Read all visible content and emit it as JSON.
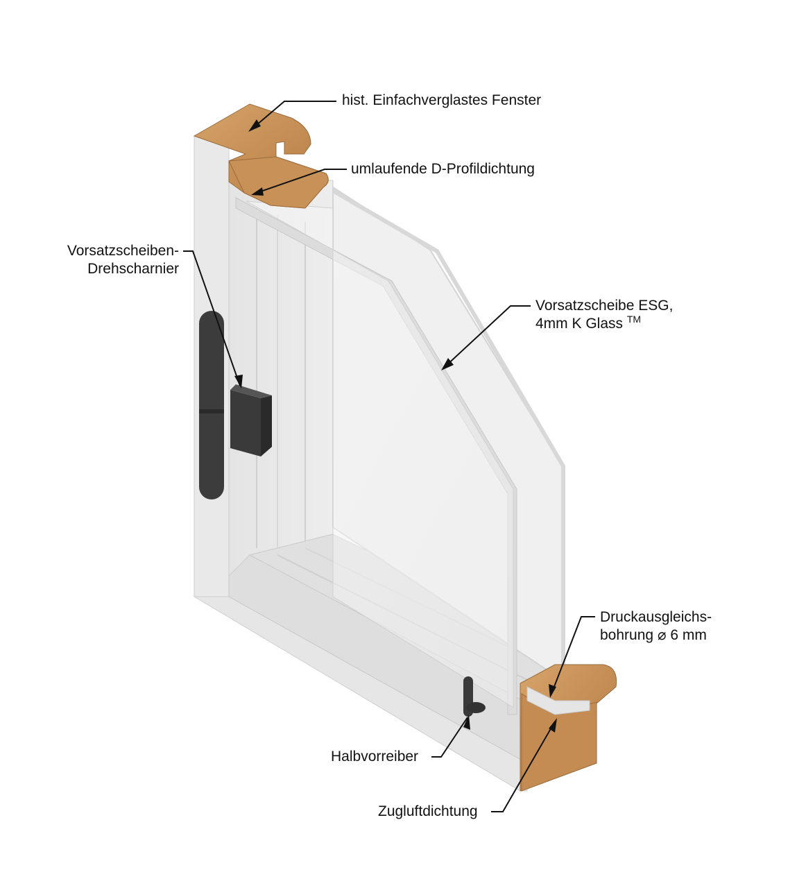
{
  "labels": {
    "window": "hist. Einfachverglastes Fenster",
    "seal_d": "umlaufende D-Profildichtung",
    "hinge_l1": "Vorsatzscheiben-",
    "hinge_l2": "Drehscharnier",
    "glass_l1": "Vorsatzscheibe ESG,",
    "glass_l2": "4mm K Glass",
    "glass_tm": "TM",
    "pressure_l1": "Druckausgleichs-",
    "pressure_l2": "bohrung ⌀ 6 mm",
    "latch": "Halbvorreiber",
    "draft_seal": "Zugluftdichtung"
  },
  "colors": {
    "wood": "#c9955c",
    "wood_dark": "#a87340",
    "frame": "#e8e8e8",
    "frame_shade": "#d4d4d4",
    "hardware": "#3a3a3a",
    "glass": "#f4f4f4",
    "glass_edge": "#d9d9d9"
  }
}
